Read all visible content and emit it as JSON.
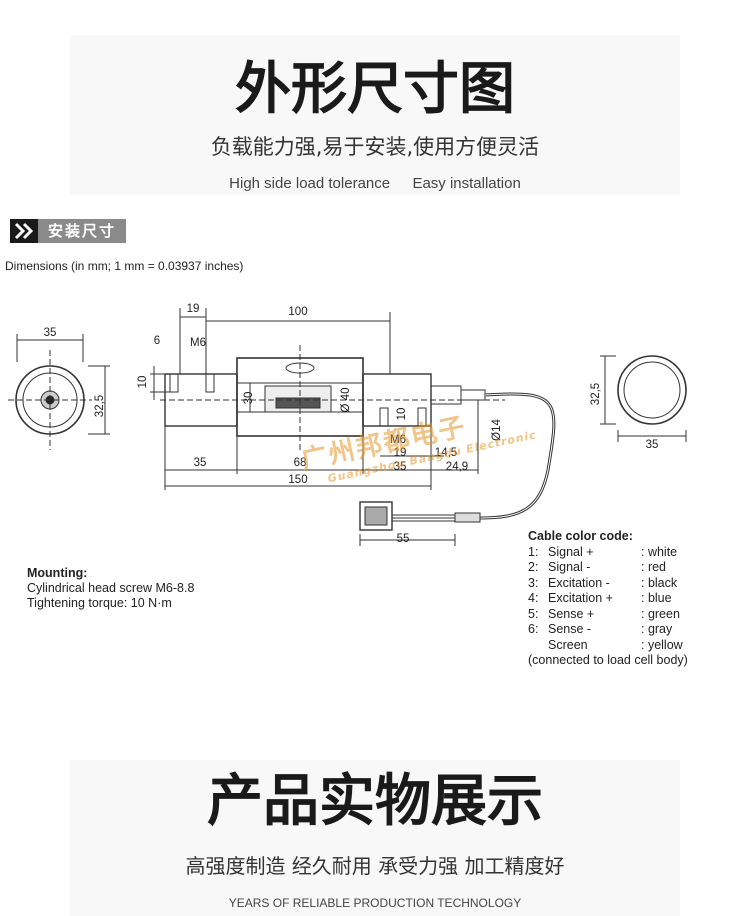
{
  "header1": {
    "title": "外形尺寸图",
    "subtitle": "负载能力强,易于安装,使用方便灵活",
    "english_left": "High side load tolerance",
    "english_right": "Easy installation"
  },
  "section": {
    "label": "安装尺寸",
    "icon": "double-chevron-right-icon"
  },
  "dimensions_note": "Dimensions (in mm; 1 mm = 0.03937 inches)",
  "drawing_labels": {
    "d35_left": "35",
    "d32_5_left": "32,5",
    "d6": "6",
    "m6_top": "M6",
    "d10_left": "10",
    "d19_top": "19",
    "d100": "100",
    "d30": "30",
    "d40": "Ø 40",
    "d10_right": "10",
    "m6_bottom": "M6",
    "d14": "Ø14",
    "d35_bottom": "35",
    "d68": "68",
    "d19_bottom": "19",
    "d14_5": "14,5",
    "d35_mid": "35",
    "d24_9": "24,9",
    "d150": "150",
    "d55": "55",
    "d32_5_right": "32,5",
    "d35_right": "35"
  },
  "mounting": {
    "heading": "Mounting:",
    "line1": "Cylindrical head screw M6-8.8",
    "line2": "Tightening torque: 10 N·m"
  },
  "cable": {
    "heading": "Cable color code:",
    "rows": [
      {
        "num": "1:",
        "signal": "Signal +",
        "color": ": white"
      },
      {
        "num": "2:",
        "signal": "Signal -",
        "color": ": red"
      },
      {
        "num": "3:",
        "signal": "Excitation -",
        "color": ": black"
      },
      {
        "num": "4:",
        "signal": "Excitation +",
        "color": ": blue"
      },
      {
        "num": "5:",
        "signal": "Sense +",
        "color": ": green"
      },
      {
        "num": "6:",
        "signal": "Sense -",
        "color": ": gray"
      },
      {
        "num": "",
        "signal": "Screen",
        "color": ": yellow"
      }
    ],
    "note": "(connected to load cell body)"
  },
  "watermark": {
    "chinese": "广州邦都电子",
    "pinyin": "Guangzhou Bangdu Electronic"
  },
  "header2": {
    "title": "产品实物展示",
    "subtitle": "高强度制造 经久耐用 承受力强 加工精度好",
    "english": "YEARS OF RELIABLE PRODUCTION TECHNOLOGY"
  },
  "colors": {
    "title": "#1a1a1a",
    "band": "#f8f8f8",
    "tag_dark": "#1a1a1a",
    "tag_gray": "#8a8a8a",
    "watermark": "#e69628"
  }
}
